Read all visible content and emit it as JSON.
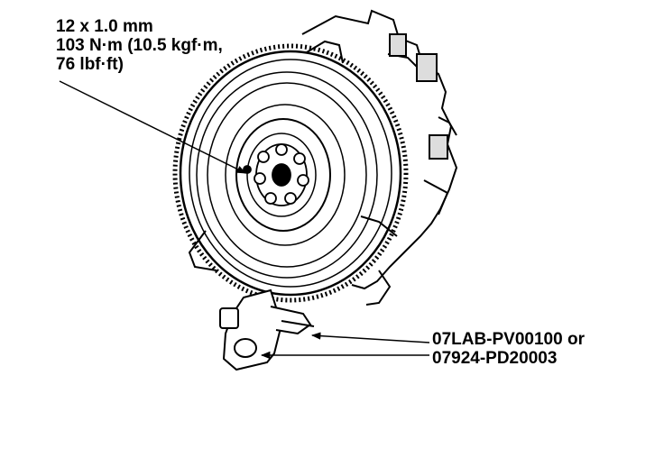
{
  "torque_spec": {
    "size": "12 x 1.0 mm",
    "line2": "103 N·m (10.5 kgf·m,",
    "line3": "76 lbf·ft)"
  },
  "tool_callout": {
    "line1": "07LAB-PV00100 or",
    "line2": "07924-PD20003"
  },
  "colors": {
    "ink": "#000000",
    "paper": "#ffffff"
  }
}
